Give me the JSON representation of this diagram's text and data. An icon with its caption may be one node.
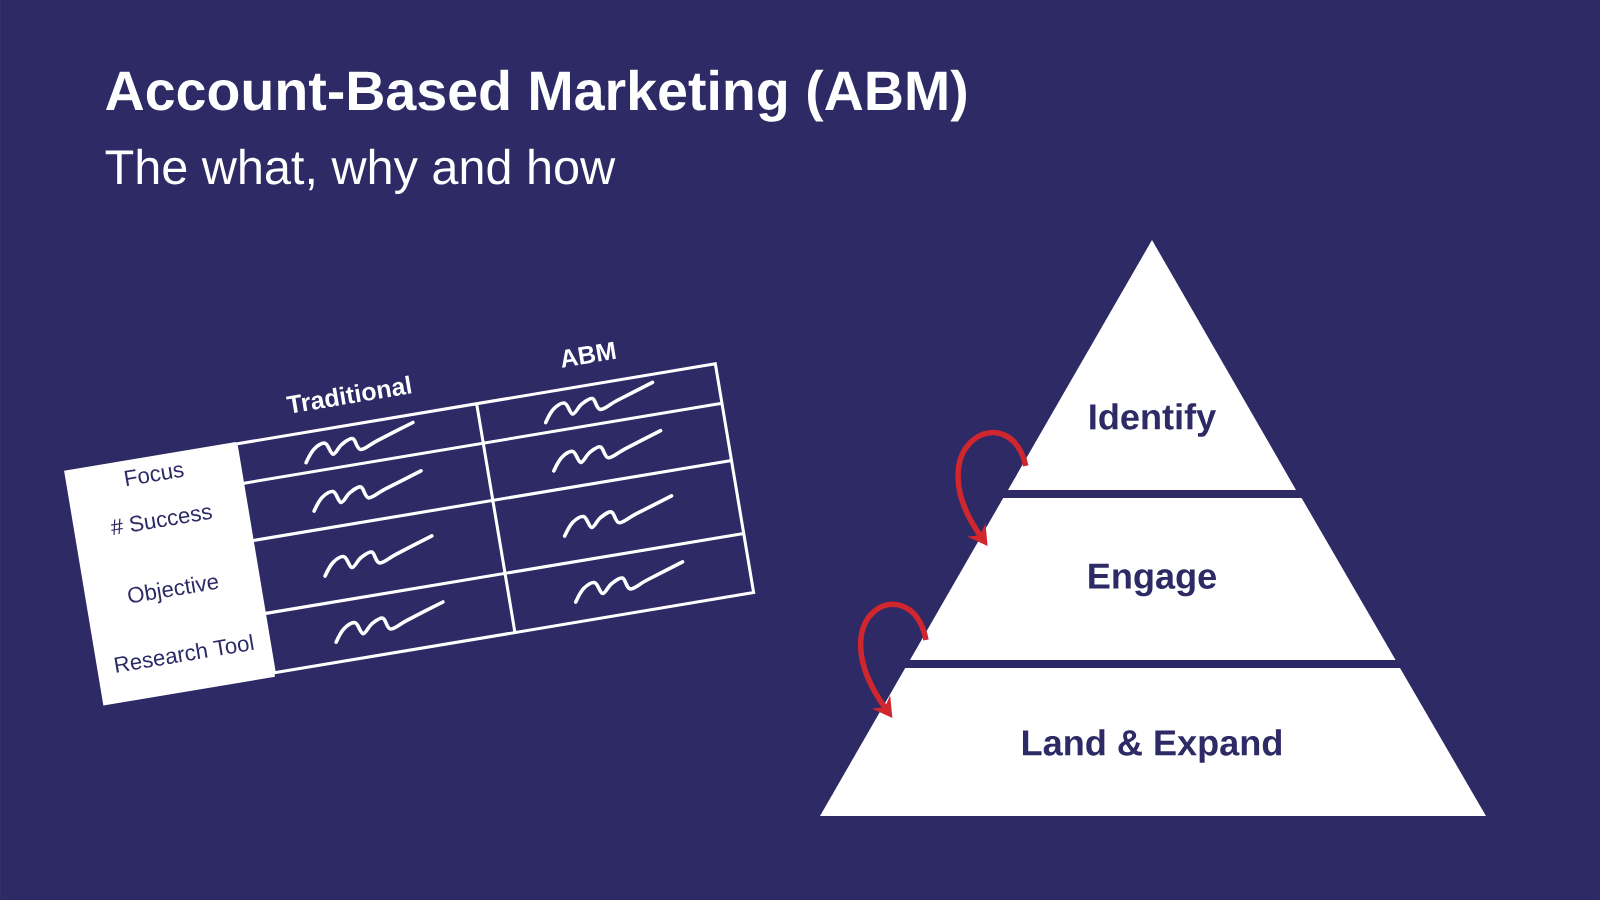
{
  "diagram": {
    "title": "Account-Based Marketing (ABM)",
    "nodes": [
      {
        "text": [
          "Identify"
        ]
      },
      {
        "text": [
          "Engage"
        ]
      },
      {
        "text": [
          "Land & Expand"
        ]
      }
    ],
    "edges": [
      {
        "from": 0,
        "to": 1,
        "arrow": "to"
      },
      {
        "from": 1,
        "to": 2,
        "arrow": "to"
      }
    ],
    "labels": [
      "The what, why and how",
      "Traditional",
      "ABM",
      "Focus",
      "# Success",
      "Objective",
      "Research Tool"
    ]
  }
}
